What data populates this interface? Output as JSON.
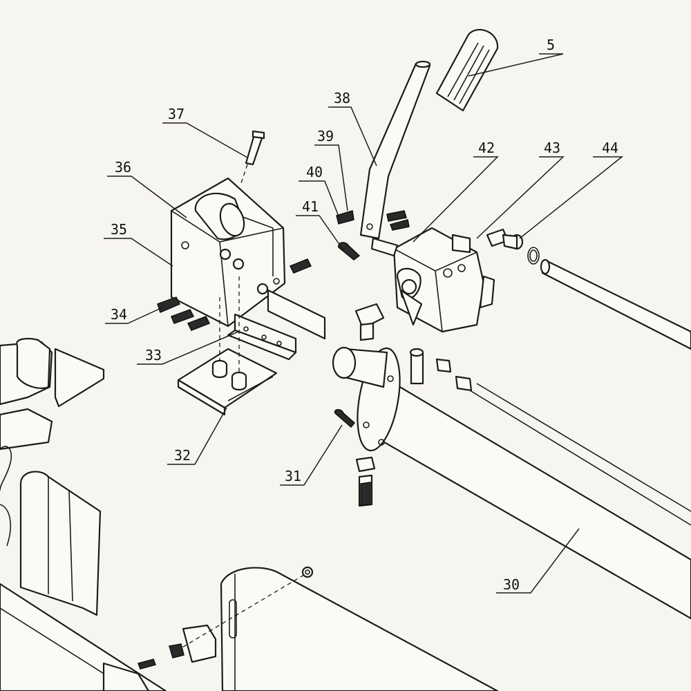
{
  "diagram": {
    "callouts": [
      {
        "id": "5",
        "label": "5"
      },
      {
        "id": "30",
        "label": "30"
      },
      {
        "id": "31",
        "label": "31"
      },
      {
        "id": "32",
        "label": "32"
      },
      {
        "id": "33",
        "label": "33"
      },
      {
        "id": "34",
        "label": "34"
      },
      {
        "id": "35",
        "label": "35"
      },
      {
        "id": "36",
        "label": "36"
      },
      {
        "id": "37",
        "label": "37"
      },
      {
        "id": "38",
        "label": "38"
      },
      {
        "id": "39",
        "label": "39"
      },
      {
        "id": "40",
        "label": "40"
      },
      {
        "id": "41",
        "label": "41"
      },
      {
        "id": "42",
        "label": "42"
      },
      {
        "id": "43",
        "label": "43"
      },
      {
        "id": "44",
        "label": "44"
      }
    ]
  }
}
